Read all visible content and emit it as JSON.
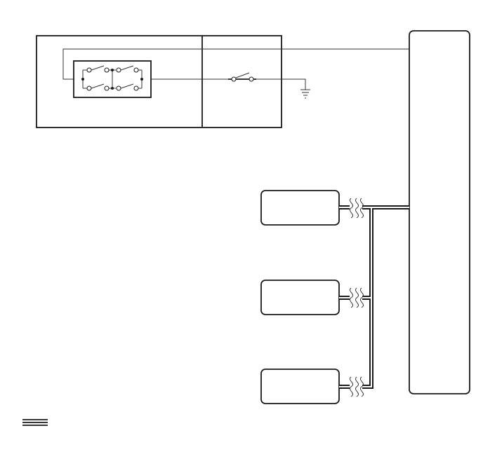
{
  "diagram": {
    "kind": "wiring-schematic",
    "labels": [],
    "colors": {
      "line": "#1a1a1a",
      "background": "#ffffff"
    },
    "components": {
      "switch_panel": {
        "icon": "dual-switch-block",
        "text": ""
      },
      "relay_panel": {
        "icon": "single-switch",
        "text": ""
      },
      "ground": {
        "icon": "ground-icon"
      },
      "controller": {
        "text": ""
      },
      "modules": [
        {
          "text": ""
        },
        {
          "text": ""
        },
        {
          "text": ""
        }
      ],
      "legend": {
        "icon": "twisted-pair-legend-icon",
        "text": ""
      }
    }
  }
}
